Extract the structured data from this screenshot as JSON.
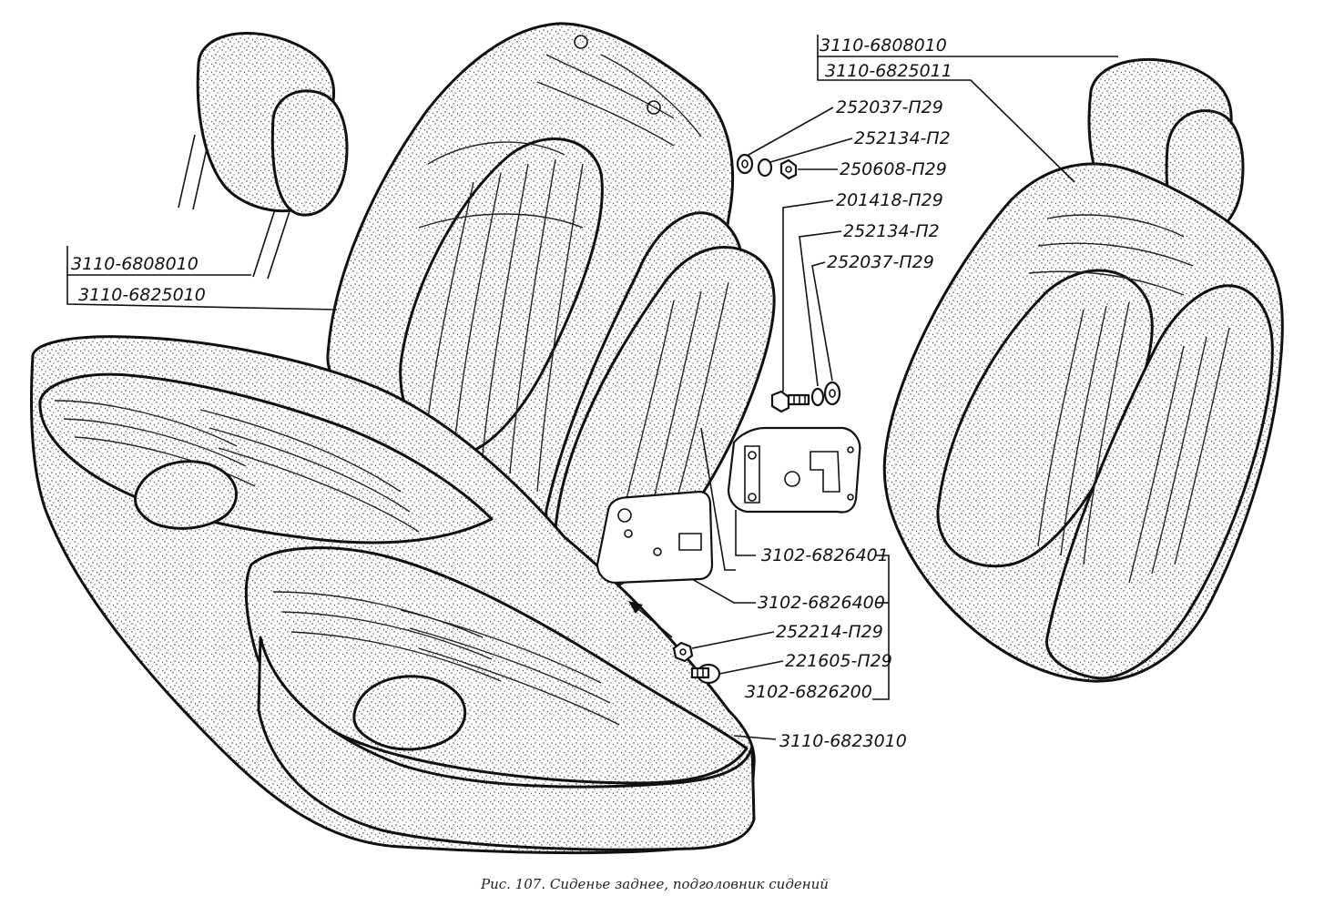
{
  "labels": {
    "headrest_part": "3110-6808010",
    "headrest_assembly_left": "3110-6825010",
    "headrest_right_part": "3110-6808010",
    "headrest_assembly_right": "3110-6825011",
    "washer_top": "252037-П29",
    "lock_washer_top": "252134-П2",
    "nut": "250608-П29",
    "bolt": "201418-П29",
    "lock_washer_mid": "252134-П2",
    "washer_mid": "252037-П29",
    "bracket_right": "3102-6826401",
    "bracket_left": "3102-6826400",
    "nut_small": "252214-П29",
    "screw": "221605-П29",
    "bracket_set": "3102-6826200",
    "seat_cushion": "3110-6823010"
  },
  "caption": "Рис. 107. Сиденье заднее, подголовник сидений"
}
